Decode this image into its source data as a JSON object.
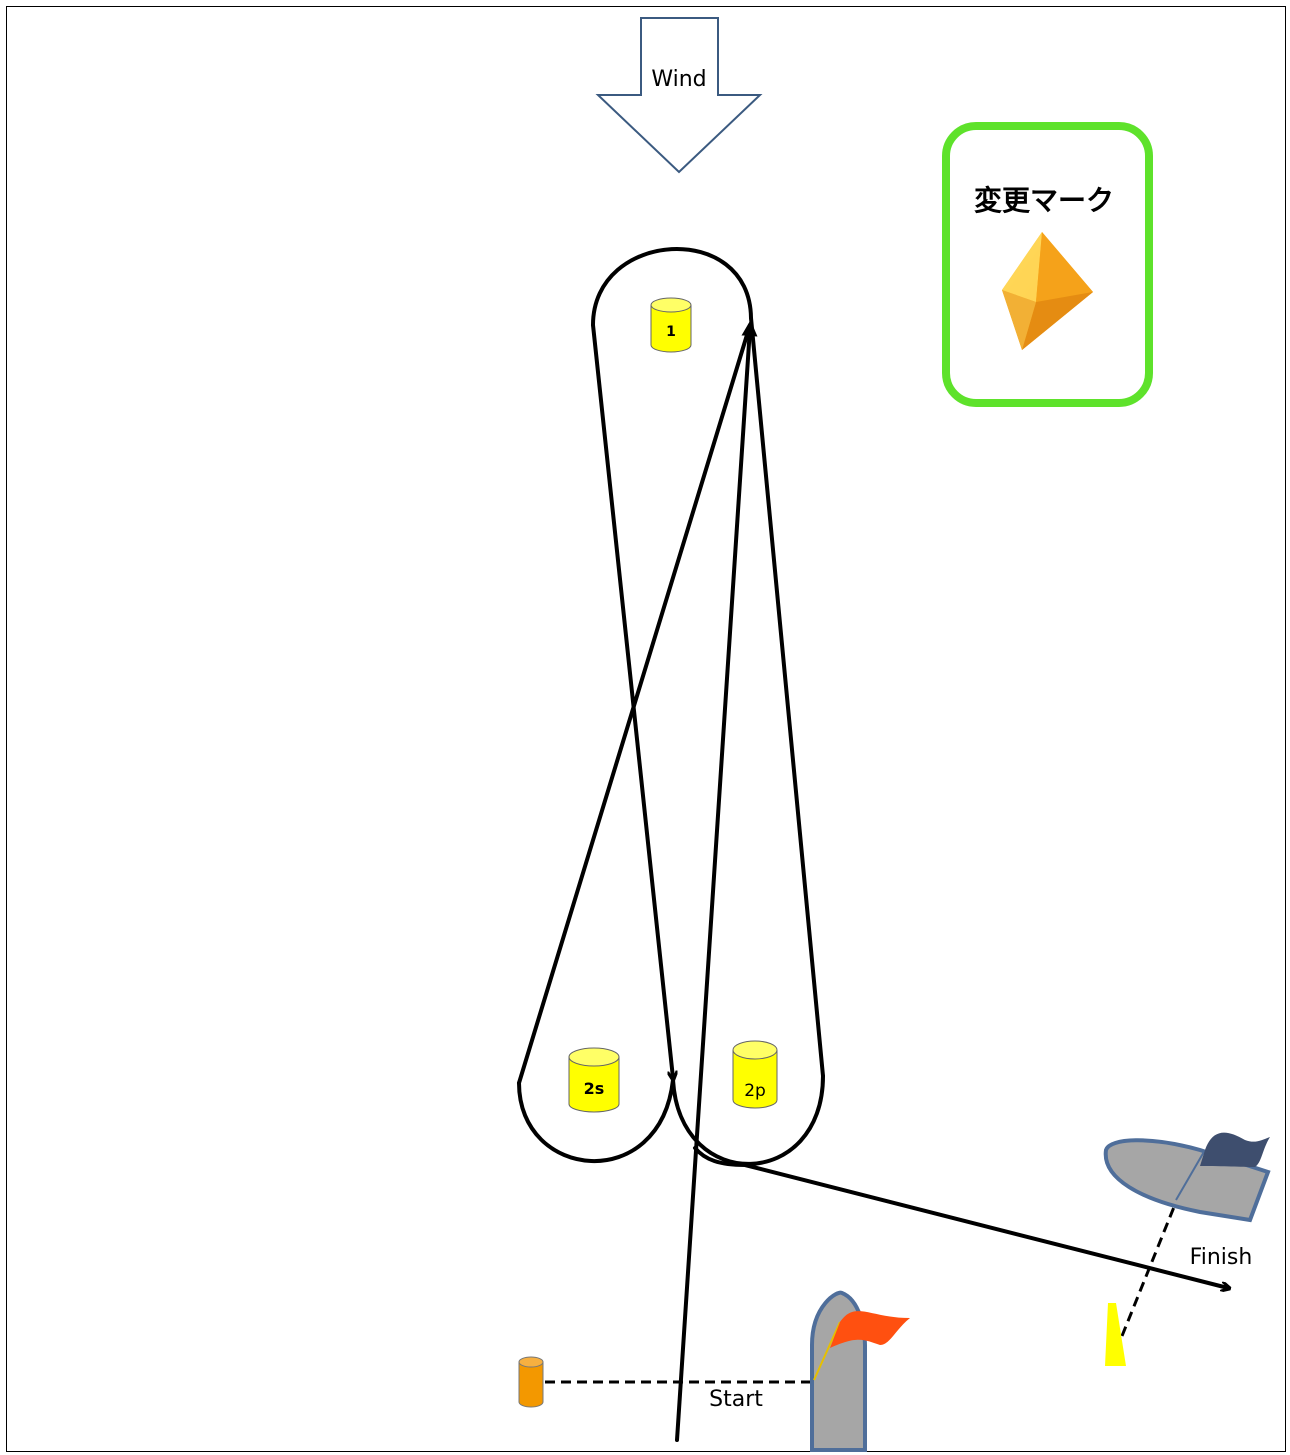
{
  "wind_label": "Wind",
  "legend": {
    "title": "変更マーク",
    "border_color": "#5EE22B",
    "icon": "orange-tetrahedron-mark-icon"
  },
  "marks": {
    "mark1": "1",
    "mark2s": "2s",
    "mark2p": "2p"
  },
  "start_label": "Start",
  "finish_label": "Finish",
  "colors": {
    "buoy_yellow": "#FFFF00",
    "buoy_orange": "#F39800",
    "boat_gray": "#A6A6A6",
    "boat_outline": "#4F6E9A",
    "start_flag": "#FF5010",
    "finish_flag": "#3E4E6E",
    "wind_arrow": "#3B5A80"
  }
}
